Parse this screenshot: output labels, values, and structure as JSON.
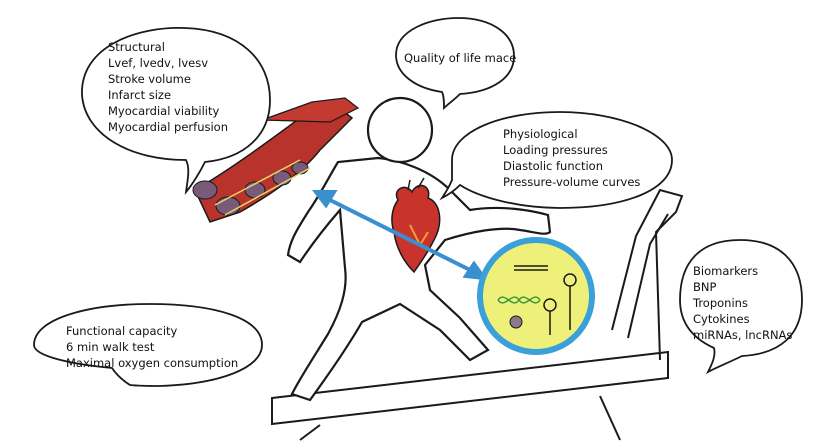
{
  "bubbles": {
    "structural": {
      "lines": [
        "Structural",
        "Lvef, lvedv, lvesv",
        "Stroke volume",
        "Infarct size",
        "Myocardial viability",
        "Myocardial perfusion"
      ]
    },
    "quality": {
      "lines": [
        "Quality of life mace"
      ]
    },
    "physiological": {
      "lines": [
        "Physiological",
        "Loading pressures",
        "Diastolic function",
        "Pressure-volume curves"
      ]
    },
    "biomarkers": {
      "lines": [
        "Biomarkers",
        "BNP",
        "Troponins",
        "Cytokines",
        "miRNAs, lncRNAs"
      ]
    },
    "functional": {
      "lines": [
        "Functional capacity",
        "6 min walk test",
        "Maximal oxygen consumption"
      ]
    }
  },
  "colors": {
    "muscle": "#b8332c",
    "arrow": "#3a8fcf",
    "lens_ring": "#3aa0d8",
    "lens_fill": "#eef07a",
    "ink": "#1a1a1a"
  },
  "icons": [
    "muscle-fibers-icon",
    "heart-icon",
    "dna-helix-icon",
    "rna-hairpin-icon",
    "cell-icon",
    "treadmill-icon",
    "runner-icon"
  ]
}
